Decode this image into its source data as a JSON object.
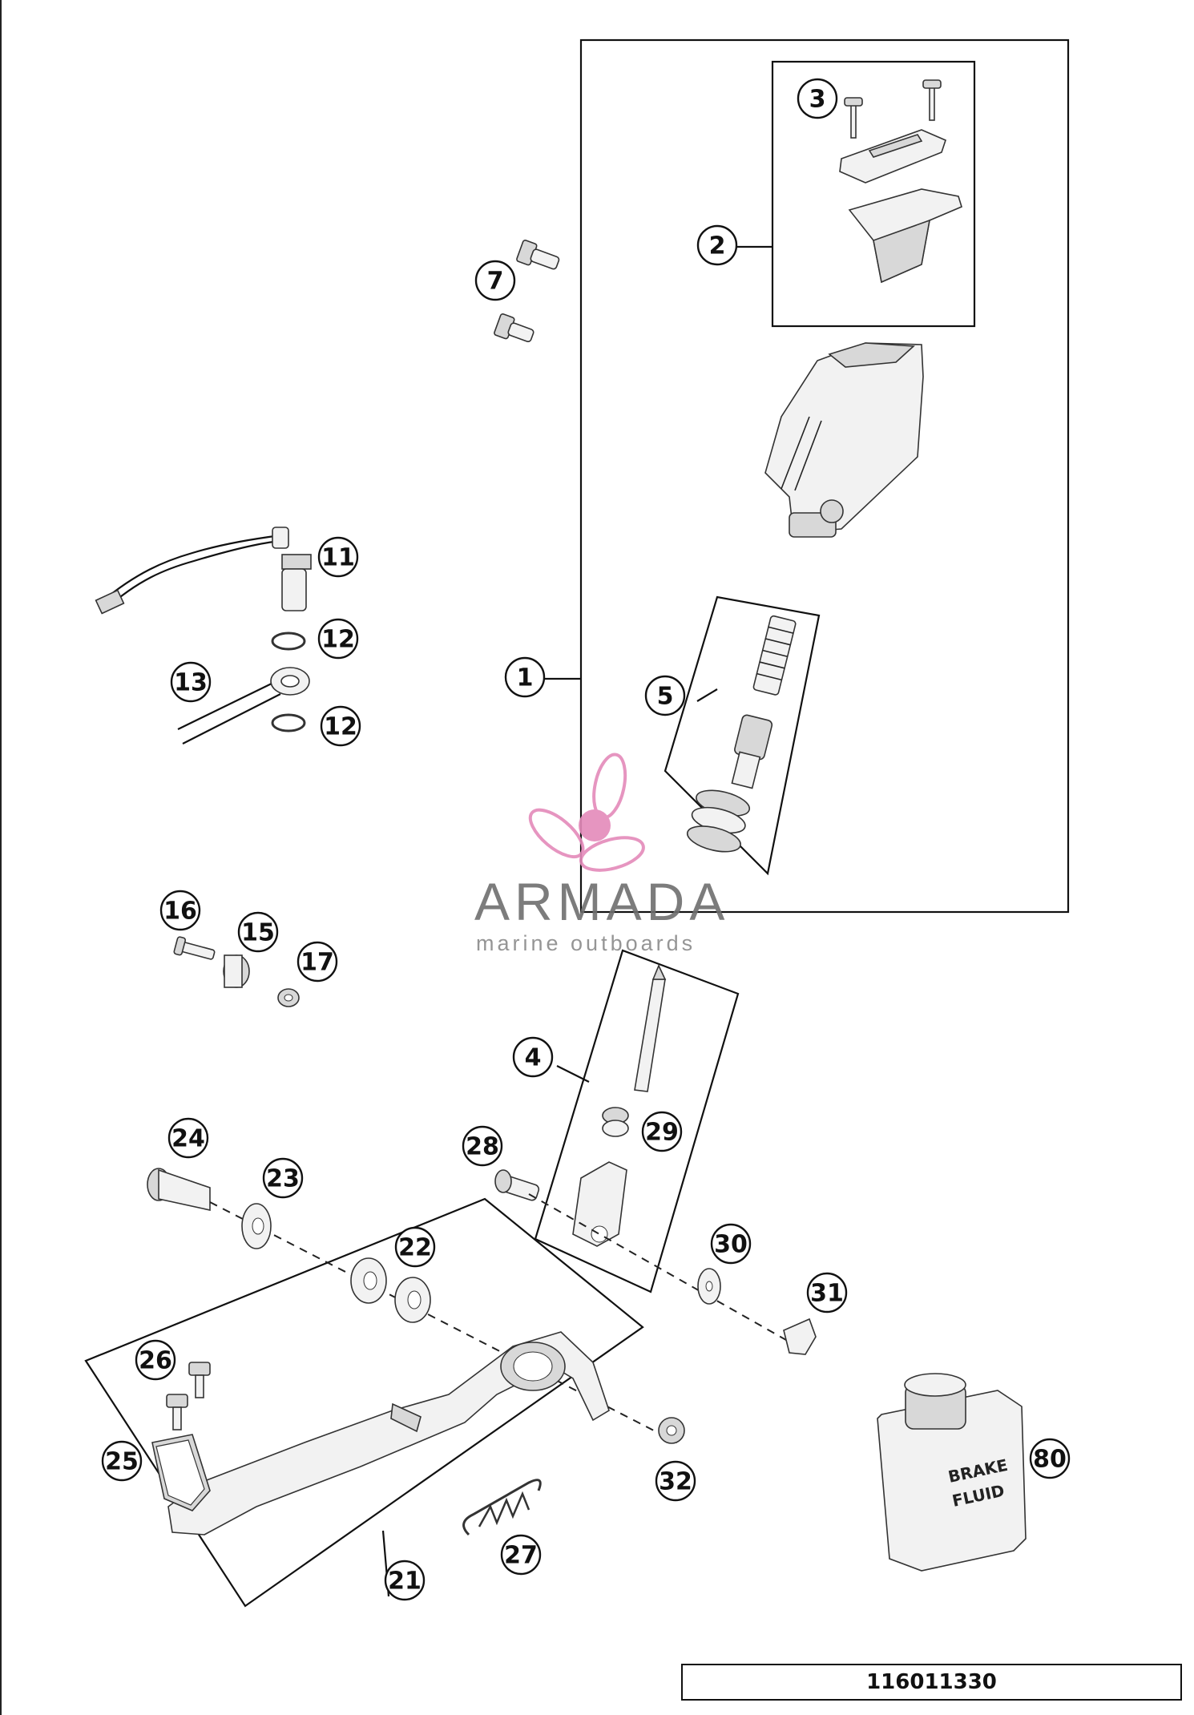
{
  "drawing_number": "116011330",
  "watermark": {
    "name": "ARMADA",
    "tagline": "marine outboards",
    "accent_color": "#e48aba"
  },
  "reservoir_label": [
    "BRAKE",
    "FLUID"
  ],
  "callouts": [
    "1",
    "2",
    "3",
    "4",
    "5",
    "7",
    "11",
    "12",
    "12",
    "13",
    "15",
    "16",
    "17",
    "21",
    "22",
    "23",
    "24",
    "25",
    "26",
    "27",
    "28",
    "29",
    "30",
    "31",
    "32",
    "80"
  ]
}
